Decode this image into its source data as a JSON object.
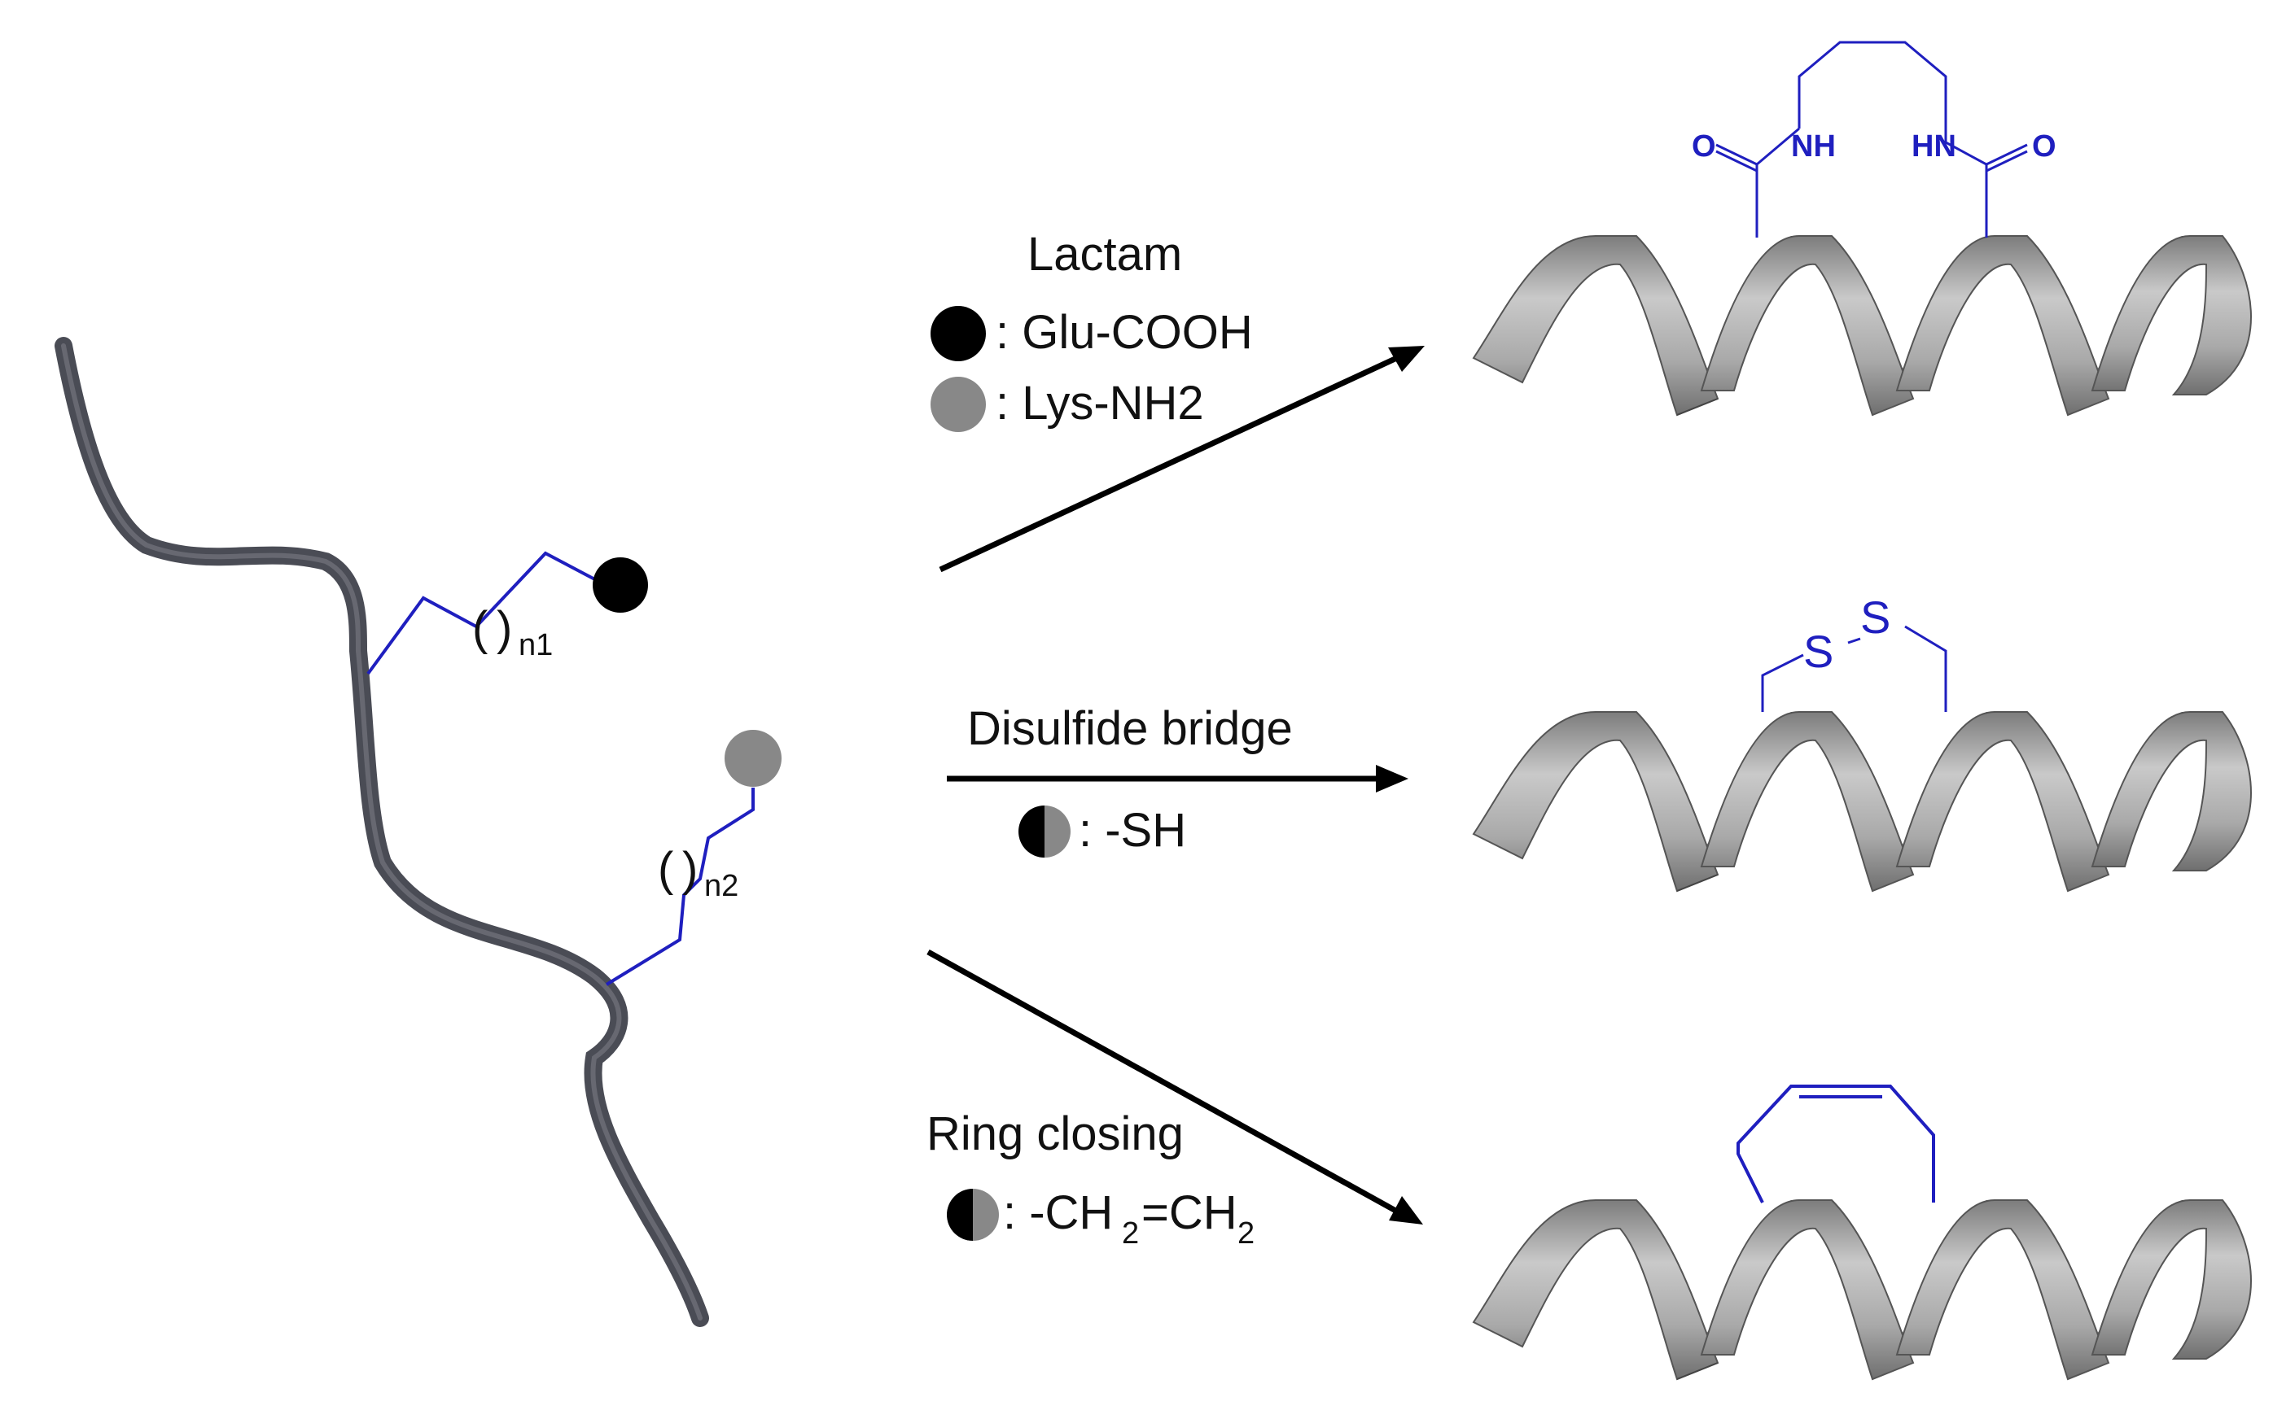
{
  "colors": {
    "chain": "#4a4c55",
    "linker": "#1f1fbf",
    "helix_light": "#b3b3b3",
    "helix_dark": "#5b5b5b",
    "black_dot": "#000000",
    "gray_dot": "#888888",
    "text": "#111111"
  },
  "chain": {
    "loop1": "(",
    "loop1_close": ")",
    "sub1": "n1",
    "loop2": "(",
    "loop2_close": ")",
    "sub2": "n2"
  },
  "lactam": {
    "title": "Lactam",
    "legend_black": ": Glu-COOH",
    "legend_gray": ": Lys-NH2",
    "atoms": {
      "o_left": "O",
      "nh": "NH",
      "hn": "HN",
      "o_right": "O"
    }
  },
  "disulfide": {
    "title": "Disulfide bridge",
    "legend": ": -SH",
    "atoms": {
      "s1": "S",
      "s2": "S"
    }
  },
  "ring_closing": {
    "title": "Ring closing",
    "legend_prefix": ": -CH",
    "sub_a": "2",
    "legend_mid": "=CH",
    "sub_b": "2"
  }
}
